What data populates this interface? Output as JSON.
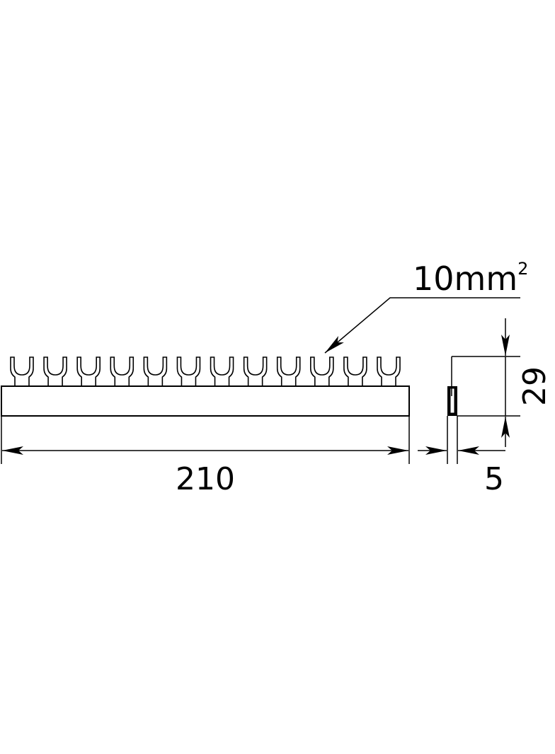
{
  "drawing": {
    "cross_section_label": "10mm",
    "cross_section_superscript": "2",
    "length_label": "210",
    "height_label": "29",
    "thickness_label": "5",
    "fork_count": 12,
    "line_color": "#000000",
    "background": "#ffffff"
  }
}
